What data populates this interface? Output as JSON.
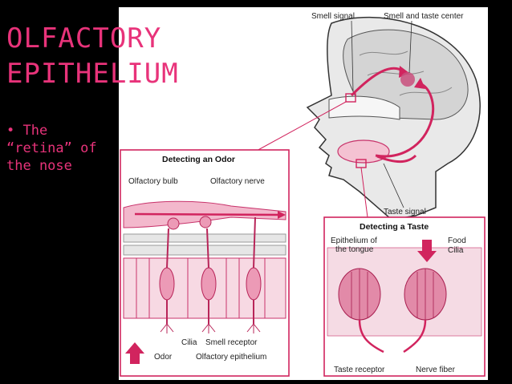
{
  "slide": {
    "title_line1": "OLFACTORY",
    "title_line2": "EPITHELIUM",
    "bullet_lines": [
      "• The",
      "“retina” of",
      "the nose"
    ],
    "accent_color": "#e8337a"
  },
  "figure": {
    "head_labels": {
      "smell_signal": "Smell signal",
      "smell_taste_center": "Smell and taste center",
      "taste_signal": "Taste signal"
    },
    "odor_panel": {
      "heading": "Detecting an Odor",
      "olfactory_bulb": "Olfactory bulb",
      "olfactory_nerve": "Olfactory nerve",
      "cilia": "Cilia",
      "smell_receptor": "Smell receptor",
      "odor": "Odor",
      "olfactory_epithelium": "Olfactory epithelium"
    },
    "taste_panel": {
      "heading": "Detecting a Taste",
      "epithelium_line1": "Epithelium of",
      "epithelium_line2": "the tongue",
      "food": "Food",
      "cilia": "Cilia",
      "taste_receptor": "Taste receptor",
      "nerve_fiber": "Nerve fiber"
    }
  }
}
